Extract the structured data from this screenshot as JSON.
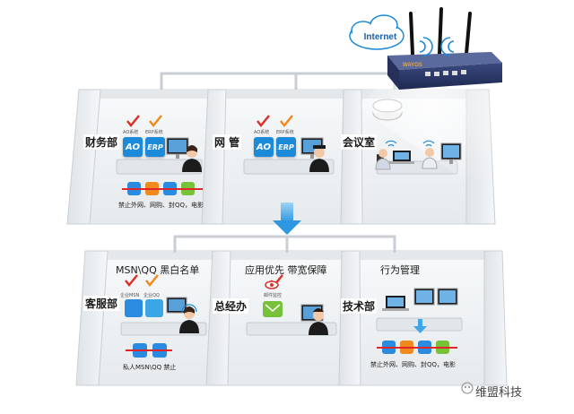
{
  "internet_label": "Internet",
  "router_brand": "WAYOS",
  "top_rooms": {
    "finance": {
      "name": "财务部",
      "ao_label": "AO系统",
      "erp_label": "ERP系统",
      "ao_badge": "AO",
      "erp_badge": "ERP",
      "ban_text": "禁止外网、网购、封QQ，电影"
    },
    "network": {
      "name": "网 管",
      "ao_label": "AO系统",
      "erp_label": "ERP系统",
      "ao_badge": "AO",
      "erp_badge": "ERP"
    },
    "meeting": {
      "name": "会议室"
    }
  },
  "bottom_rooms": {
    "service": {
      "title": "MSN\\QQ 黑白名单",
      "name": "客服部",
      "msn_label": "企业MSN",
      "qq_label": "企业QQ",
      "ban_text": "私人MSN\\QQ 禁止"
    },
    "manager": {
      "title": "应用优先 带宽保障",
      "name": "总经办",
      "mail_label": "邮件监控"
    },
    "tech": {
      "title": "行为管理",
      "name": "技术部",
      "ban_text": "禁止外网、网购、封QQ，电影"
    }
  },
  "watermark": "维盟科技",
  "colors": {
    "accent_blue": "#1c8ad8",
    "arrow_blue": "#3fa6e8",
    "check_red": "#d9322b",
    "check_orange": "#f08a1c",
    "router_body": "#2b3a66",
    "ban_line": "#e0262a"
  }
}
